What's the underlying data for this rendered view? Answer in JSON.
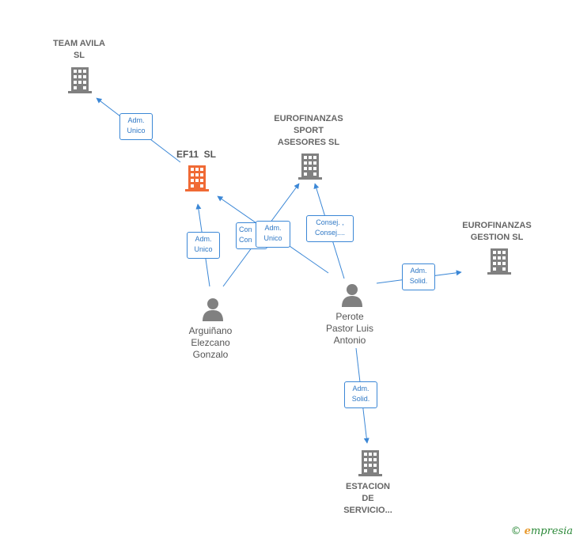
{
  "nodes": {
    "team_avila": {
      "lines": [
        "TEAM AVILA",
        "SL"
      ],
      "icon": "building-icon",
      "color": "#808080"
    },
    "ef11": {
      "lines": [
        "EF11  SL"
      ],
      "icon": "building-icon",
      "color": "#f06a35"
    },
    "eurofinanzas_sport": {
      "lines": [
        "EUROFINANZAS",
        "SPORT",
        "ASESORES SL"
      ],
      "icon": "building-icon",
      "color": "#808080"
    },
    "eurofinanzas_gestion": {
      "lines": [
        "EUROFINANZAS",
        "GESTION SL"
      ],
      "icon": "building-icon",
      "color": "#808080"
    },
    "estacion": {
      "lines": [
        "ESTACION",
        "DE",
        "SERVICIO..."
      ],
      "icon": "building-icon",
      "color": "#808080"
    },
    "arguinano": {
      "lines": [
        "Arguiñano",
        "Elezcano",
        "Gonzalo"
      ],
      "icon": "person-icon",
      "color": "#808080"
    },
    "perote": {
      "lines": [
        "Perote",
        "Pastor Luis",
        "Antonio"
      ],
      "icon": "person-icon",
      "color": "#808080"
    }
  },
  "badges": {
    "adm_unico_team": [
      "Adm.",
      "Unico"
    ],
    "adm_unico_ef11": [
      "Adm.",
      "Unico"
    ],
    "con_con": [
      "Con",
      "Con"
    ],
    "adm_unico_sport": [
      "Adm.",
      "Unico"
    ],
    "consej_sport": [
      "Consej. ,",
      "Consej...."
    ],
    "adm_solid_gestion": [
      "Adm.",
      "Solid."
    ],
    "adm_solid_estacion": [
      "Adm.",
      "Solid."
    ]
  },
  "brand": {
    "copyright": "©",
    "first_letter": "e",
    "rest": "mpresia"
  },
  "colors": {
    "edge": "#3b87d6",
    "badge_text": "#2f78c5",
    "icon_gray": "#808080",
    "icon_main": "#f06a35"
  }
}
